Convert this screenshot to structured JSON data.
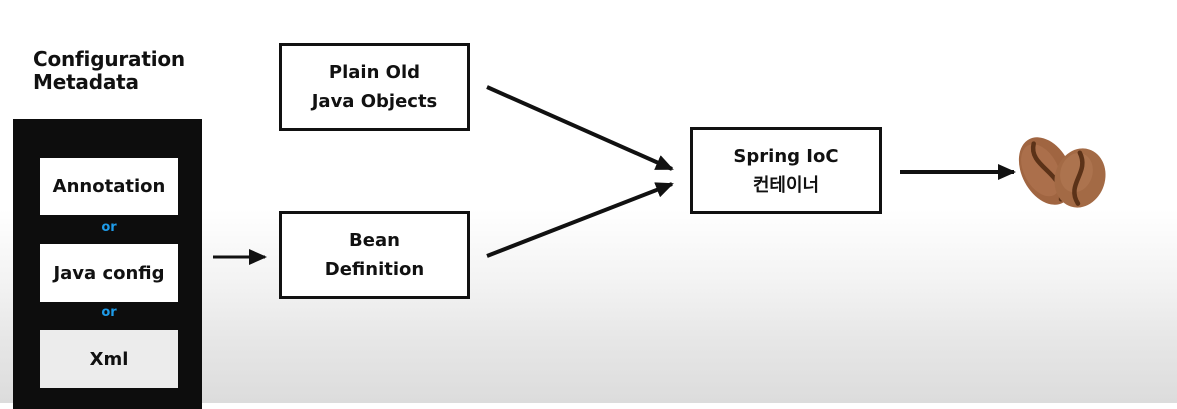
{
  "metadata": {
    "title_line1": "Configuration",
    "title_line2": "Metadata",
    "options": [
      "Annotation",
      "Java config",
      "Xml"
    ],
    "separator": "or",
    "separator_color": "#1e9be8"
  },
  "nodes": {
    "pojo": "Plain Old\nJava Objects",
    "bean_definition": "Bean\nDefinition",
    "spring_container": "Spring IoC\n컨테이너"
  },
  "output_icon": "coffee-bean-icon",
  "colors": {
    "coffee_bean": "#a36a45",
    "panel": "#0d0d0d"
  }
}
